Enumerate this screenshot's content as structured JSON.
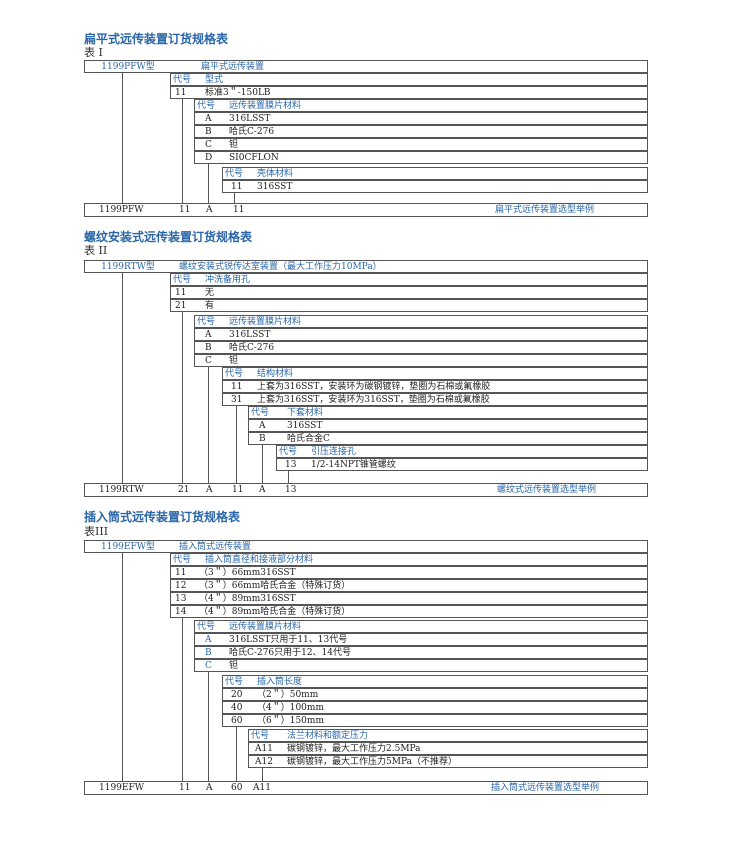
{
  "t1": {
    "title": "扁平式远传装置订货规格表",
    "sub": "表 I",
    "model": "1199PFW型",
    "model_desc": "扁平式远传装置",
    "code_h": "代号",
    "g1": {
      "label": "型式",
      "rows": [
        {
          "code": "11",
          "desc": "标准3＂-150LB"
        }
      ]
    },
    "g2": {
      "label": "远传装置膜片材料",
      "rows": [
        {
          "code": "A",
          "desc": "316LSST"
        },
        {
          "code": "B",
          "desc": "哈氏C-276"
        },
        {
          "code": "C",
          "desc": "钽"
        },
        {
          "code": "D",
          "desc": "SI0CFLON"
        }
      ]
    },
    "g3": {
      "label": "壳体材料",
      "rows": [
        {
          "code": "11",
          "desc": "316SST"
        }
      ]
    },
    "summary": {
      "model": "1199PFW",
      "codes": [
        "11",
        "A",
        "11"
      ],
      "label": "扁平式远传装置选型举例"
    }
  },
  "t2": {
    "title": "螺纹安装式远传装置订货规格表",
    "sub": "表 II",
    "model": "1199RTW型",
    "model_desc": "螺纹安装式锐传达室装置（最大工作压力10MPa）",
    "code_h": "代号",
    "g1": {
      "label": "冲洗备用孔",
      "rows": [
        {
          "code": "11",
          "desc": "无"
        },
        {
          "code": "21",
          "desc": "有"
        }
      ]
    },
    "g2": {
      "label": "远传装置膜片材料",
      "rows": [
        {
          "code": "A",
          "desc": "316LSST"
        },
        {
          "code": "B",
          "desc": "哈氏C-276"
        },
        {
          "code": "C",
          "desc": "钽"
        }
      ]
    },
    "g3": {
      "label": "结构材料",
      "rows": [
        {
          "code": "11",
          "desc": "上套为316SST，安装环为碳钢镀锌，垫圈为石棉或氟橡胶"
        },
        {
          "code": "31",
          "desc": "上套为316SST，安装环为316SST，垫圈为石棉或氟橡胶"
        }
      ]
    },
    "g4": {
      "label": "下套材料",
      "rows": [
        {
          "code": "A",
          "desc": "316SST"
        },
        {
          "code": "B",
          "desc": "哈氏合金C"
        }
      ]
    },
    "g5": {
      "label": "引压连接孔",
      "rows": [
        {
          "code": "13",
          "desc": "1/2-14NPT锥管螺纹"
        }
      ]
    },
    "summary": {
      "model": "1199RTW",
      "codes": [
        "21",
        "A",
        "11",
        "A",
        "13"
      ],
      "label": "螺纹式远传装置选型举例"
    }
  },
  "t3": {
    "title": "插入筒式远传装置订货规格表",
    "sub": "表III",
    "model": "1199EFW型",
    "model_desc": "插入筒式远传装置",
    "code_h": "代号",
    "g1": {
      "label": "插入筒直径和接液部分材料",
      "rows": [
        {
          "code": "11",
          "desc": "（3＂）66mm316SST"
        },
        {
          "code": "12",
          "desc": "（3＂）66mm哈氏合金（特殊订货）"
        },
        {
          "code": "13",
          "desc": "（4＂）89mm316SST"
        },
        {
          "code": "14",
          "desc": "（4＂）89mm哈氏合金（特殊订货）"
        }
      ]
    },
    "g2": {
      "label": "远传装置膜片材料",
      "rows": [
        {
          "code": "A",
          "desc": "316LSST只用于11、13代号"
        },
        {
          "code": "B",
          "desc": "哈氏C-276只用于12、14代号"
        },
        {
          "code": "C",
          "desc": "钽"
        }
      ]
    },
    "g3": {
      "label": "插入筒长度",
      "rows": [
        {
          "code": "20",
          "desc": "（2＂）50mm"
        },
        {
          "code": "40",
          "desc": "（4＂）100mm"
        },
        {
          "code": "60",
          "desc": "（6＂）150mm"
        }
      ]
    },
    "g4": {
      "label": "法兰材料和额定压力",
      "rows": [
        {
          "code": "A11",
          "desc": "碳钢镀锌，最大工作压力2.5MPa"
        },
        {
          "code": "A12",
          "desc": "碳钢镀锌，最大工作压力5MPa（不推荐）"
        }
      ]
    },
    "summary": {
      "model": "1199EFW",
      "codes": [
        "11",
        "A",
        "60",
        "A11"
      ],
      "label": "插入筒式远传装置选型举例"
    }
  }
}
